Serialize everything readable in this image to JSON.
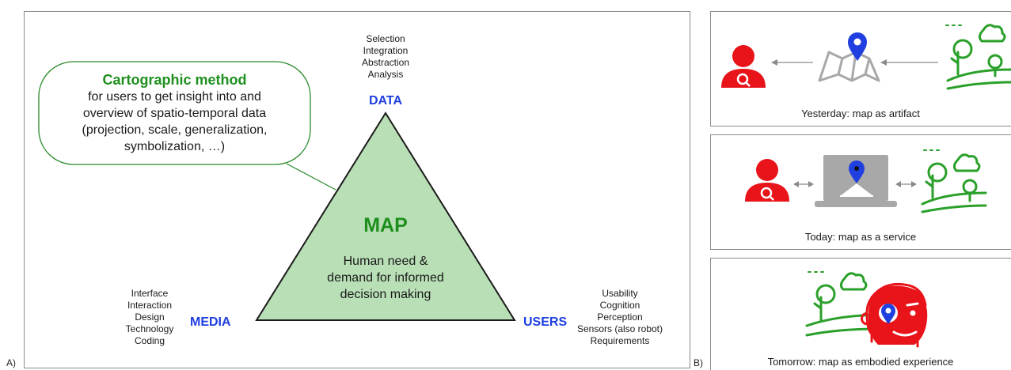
{
  "panel_a": {
    "letter": "A)",
    "bubble": {
      "title": "Cartographic method",
      "lines": [
        "for users to get insight into and",
        "overview of spatio-temporal data",
        "(projection, scale, generalization,",
        "symbolization, …)"
      ]
    },
    "triangle": {
      "title": "MAP",
      "lines": [
        "Human need &",
        "demand for informed",
        "decision making"
      ]
    },
    "data": {
      "label": "DATA",
      "items": [
        "Selection",
        "Integration",
        "Abstraction",
        "Analysis"
      ]
    },
    "media": {
      "label": "MEDIA",
      "items": [
        "Interface",
        "Interaction",
        "Design",
        "Technology",
        "Coding"
      ]
    },
    "users": {
      "label": "USERS",
      "items": [
        "Usability",
        "Cognition",
        "Perception",
        "Sensors (also robot)",
        "Requirements"
      ]
    }
  },
  "panel_b": {
    "letter": "B)",
    "captions": [
      "Yesterday: map as artifact",
      "Today: map as a service",
      "Tomorrow: map as embodied experience"
    ]
  },
  "colors": {
    "green": "#1e8f1e",
    "light_green": "#b8dfb5",
    "blue": "#1f3fe0",
    "red": "#e8141a",
    "gray": "#a8a8a8"
  }
}
